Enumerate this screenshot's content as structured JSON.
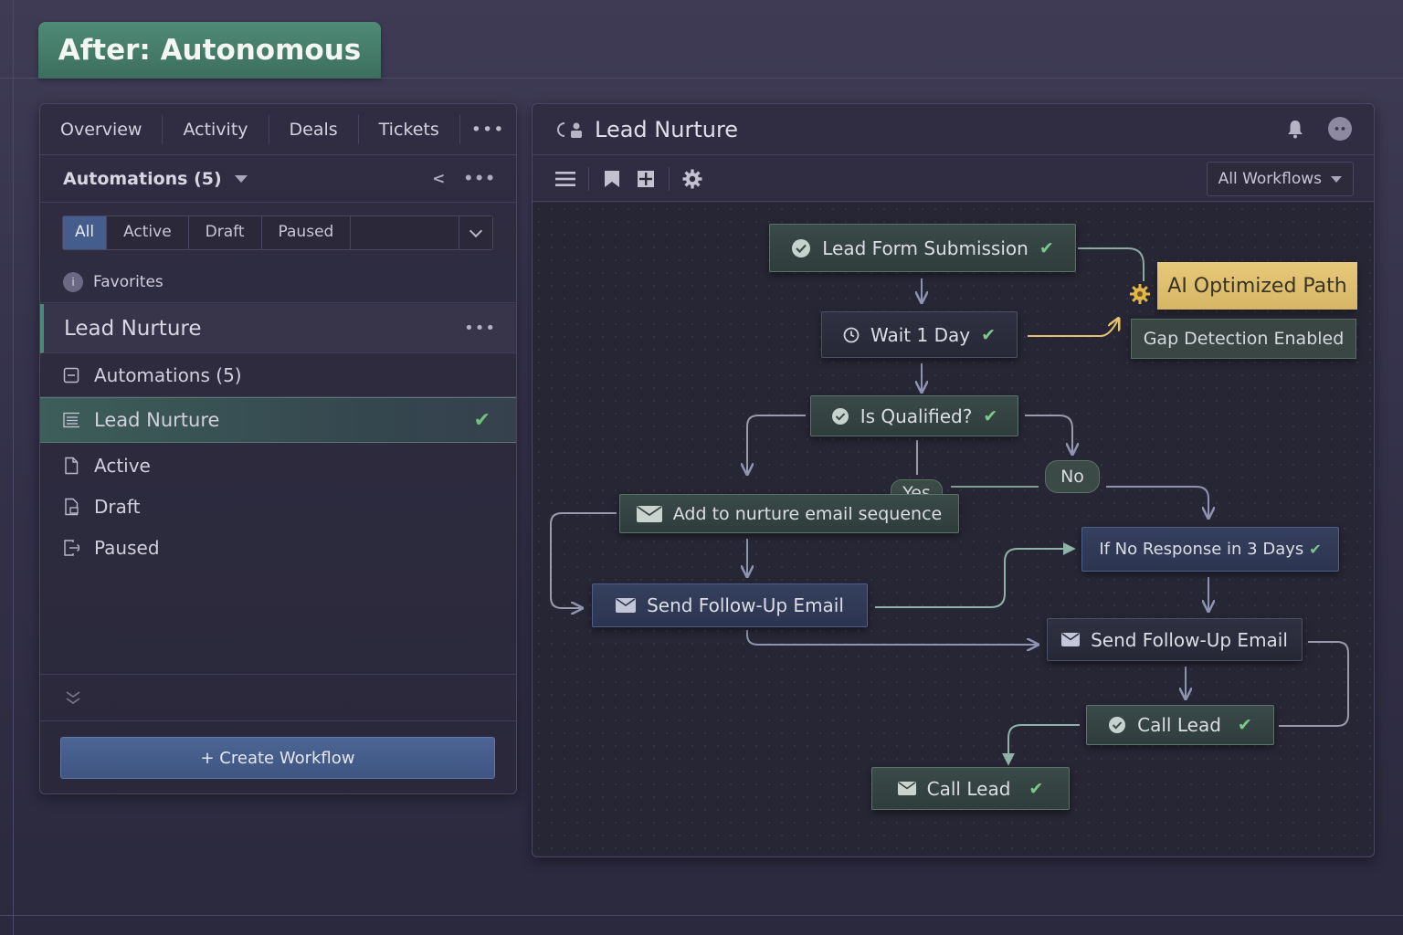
{
  "banner": {
    "title": "After: Autonomous"
  },
  "left_panel": {
    "tabs": [
      "Overview",
      "Activity",
      "Deals",
      "Tickets"
    ],
    "automations_header": "Automations (5)",
    "filters": [
      "All",
      "Active",
      "Draft",
      "Paused"
    ],
    "favorites_label": "Favorites",
    "group_title": "Lead Nurture",
    "tree": {
      "automations": "Automations (5)",
      "lead_nurture": "Lead Nurture",
      "active": "Active",
      "draft": "Draft",
      "paused": "Paused"
    },
    "create_button": "+ Create Workflow"
  },
  "right_panel": {
    "title": "Lead Nurture",
    "workflow_select": "All Workflows"
  },
  "flow": {
    "lead_form": "Lead Form Submission",
    "wait": "Wait 1 Day",
    "qualified": "Is Qualified?",
    "yes": "Yes",
    "no": "No",
    "nurture": "Add to nurture email sequence",
    "followup_left": "Send Follow-Up Email",
    "no_response": "If No Response in 3 Days",
    "followup_right": "Send Follow-Up Email",
    "call_lead_1": "Call Lead",
    "call_lead_2": "Call Lead",
    "ai_path": "AI Optimized Path",
    "gap_detection": "Gap Detection Enabled"
  },
  "colors": {
    "accent_green": "#4f8b77",
    "check_green": "#6fc27b",
    "primary_blue": "#4c6594",
    "ai_yellow": "#e6c979"
  }
}
